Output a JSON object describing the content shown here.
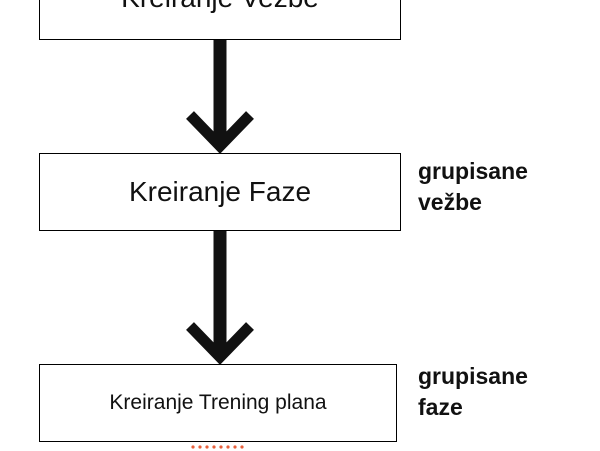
{
  "flow": {
    "steps": [
      {
        "label": "Kreiranje Vežbe"
      },
      {
        "label": "Kreiranje Faze"
      },
      {
        "label": "Kreiranje Trening plana"
      }
    ],
    "annotations": [
      {
        "line1": "grupisane",
        "line2": "vežbe"
      },
      {
        "line1": "grupisane",
        "line2": "faze"
      }
    ]
  },
  "colors": {
    "border": "#000000",
    "arrow": "#111111",
    "text": "#111111",
    "dots": "#e8603c"
  }
}
